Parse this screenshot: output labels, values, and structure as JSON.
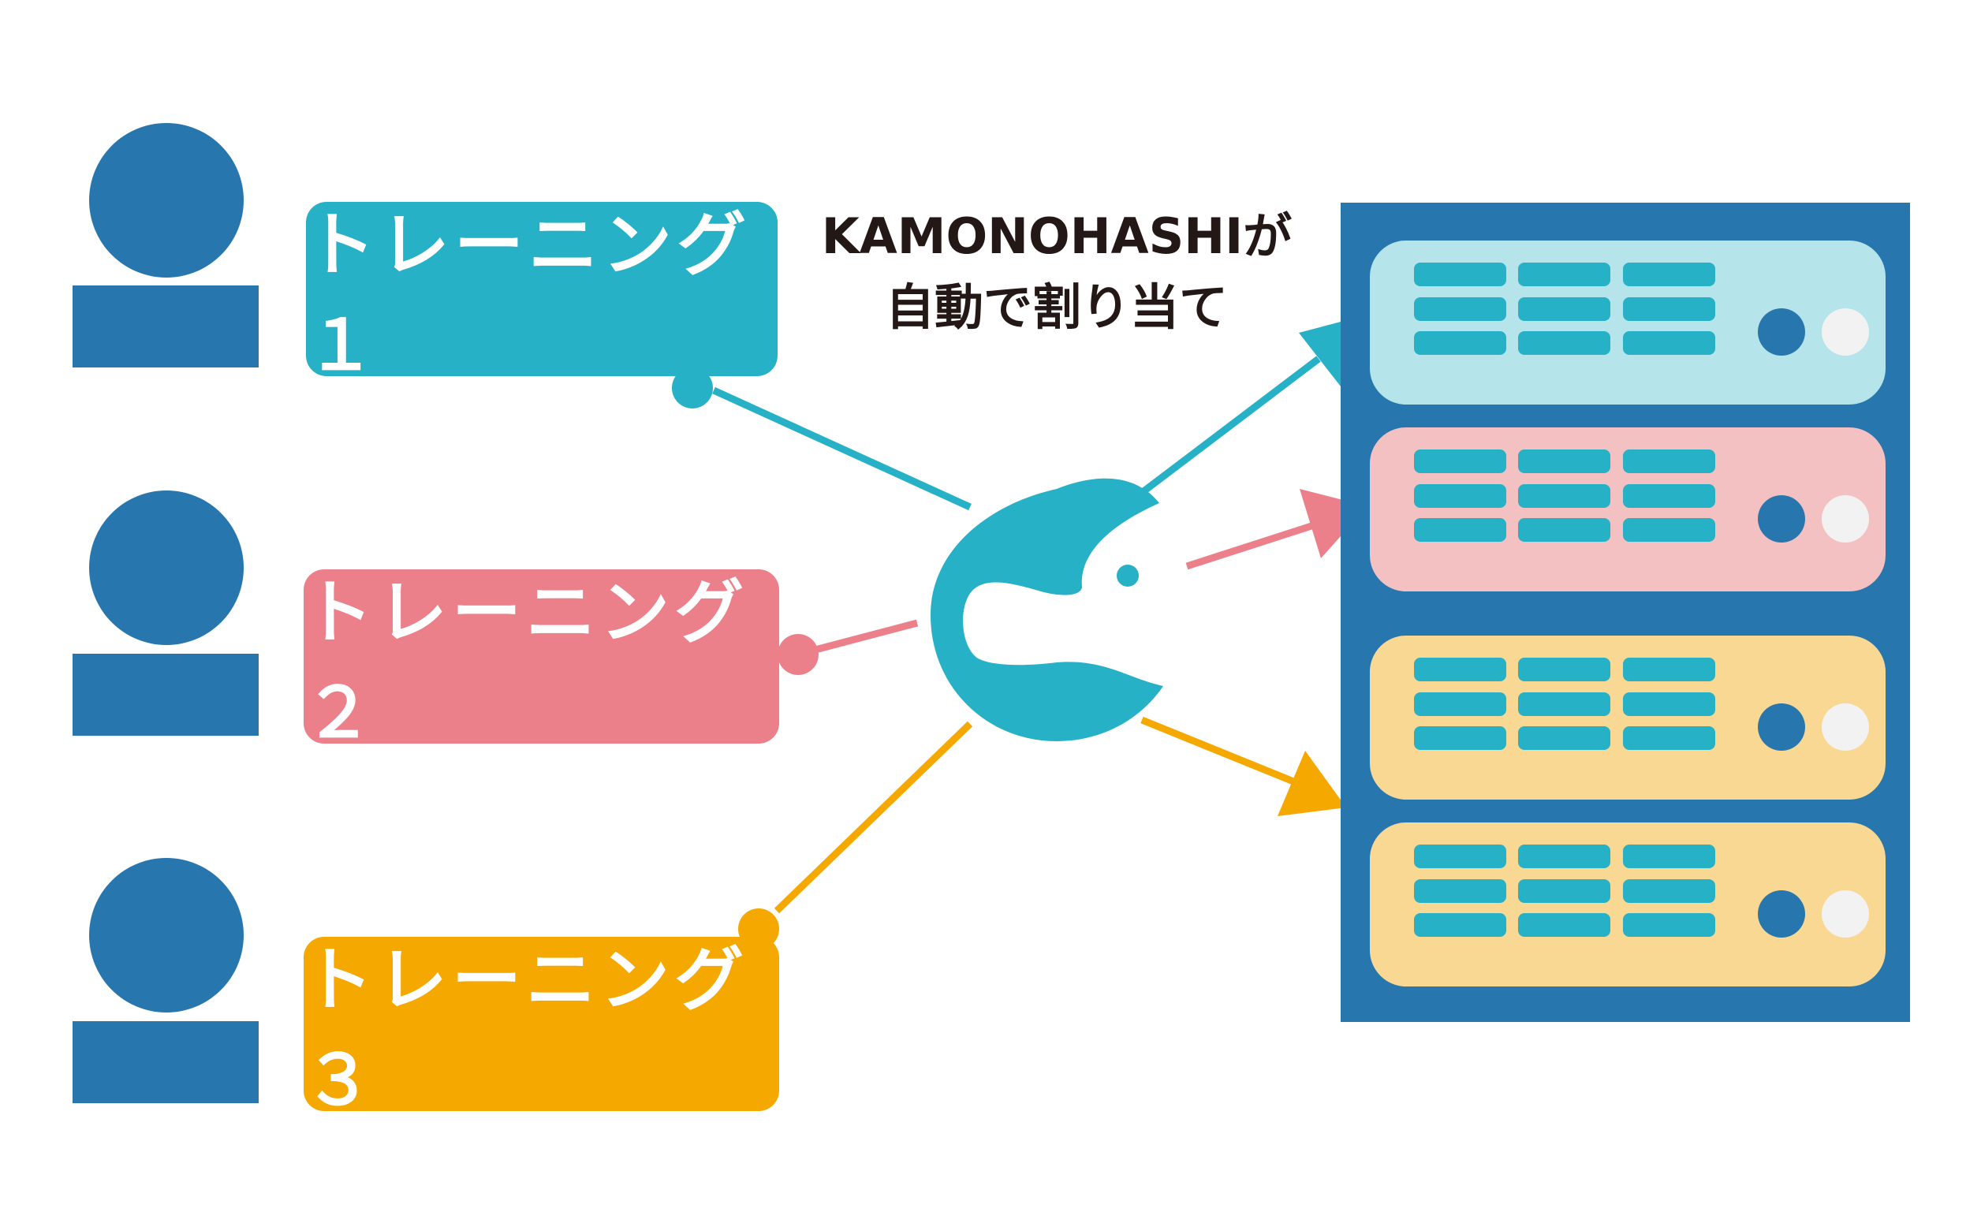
{
  "colors": {
    "user": "#2876ae",
    "cyan": "#27b1c6",
    "pink": "#ec808a",
    "orange": "#f5a800",
    "rack": "#2876ae",
    "slot_cyan": "#b5e4eb",
    "slot_pink": "#f4c1c3",
    "slot_yellow": "#f9d894",
    "vent": "#27b1c6",
    "led_dark": "#2876ae",
    "led_light": "#f2f2f2",
    "text": "#231815"
  },
  "users": [
    {
      "icon": "person-icon"
    },
    {
      "icon": "person-icon"
    },
    {
      "icon": "person-icon"
    }
  ],
  "jobs": [
    {
      "label": "トレーニング１",
      "color": "#27b1c6"
    },
    {
      "label": "トレーニング２",
      "color": "#ec808a"
    },
    {
      "label": "トレーニング３",
      "color": "#f5a800"
    }
  ],
  "caption": {
    "line1": "KAMONOHASHIが",
    "line2": "自動で割り当て"
  },
  "logo": {
    "icon": "kamonohashi-logo-icon"
  },
  "servers": [
    {
      "color": "#b5e4eb"
    },
    {
      "color": "#f4c1c3"
    },
    {
      "color": "#f9d894"
    },
    {
      "color": "#f9d894"
    }
  ]
}
